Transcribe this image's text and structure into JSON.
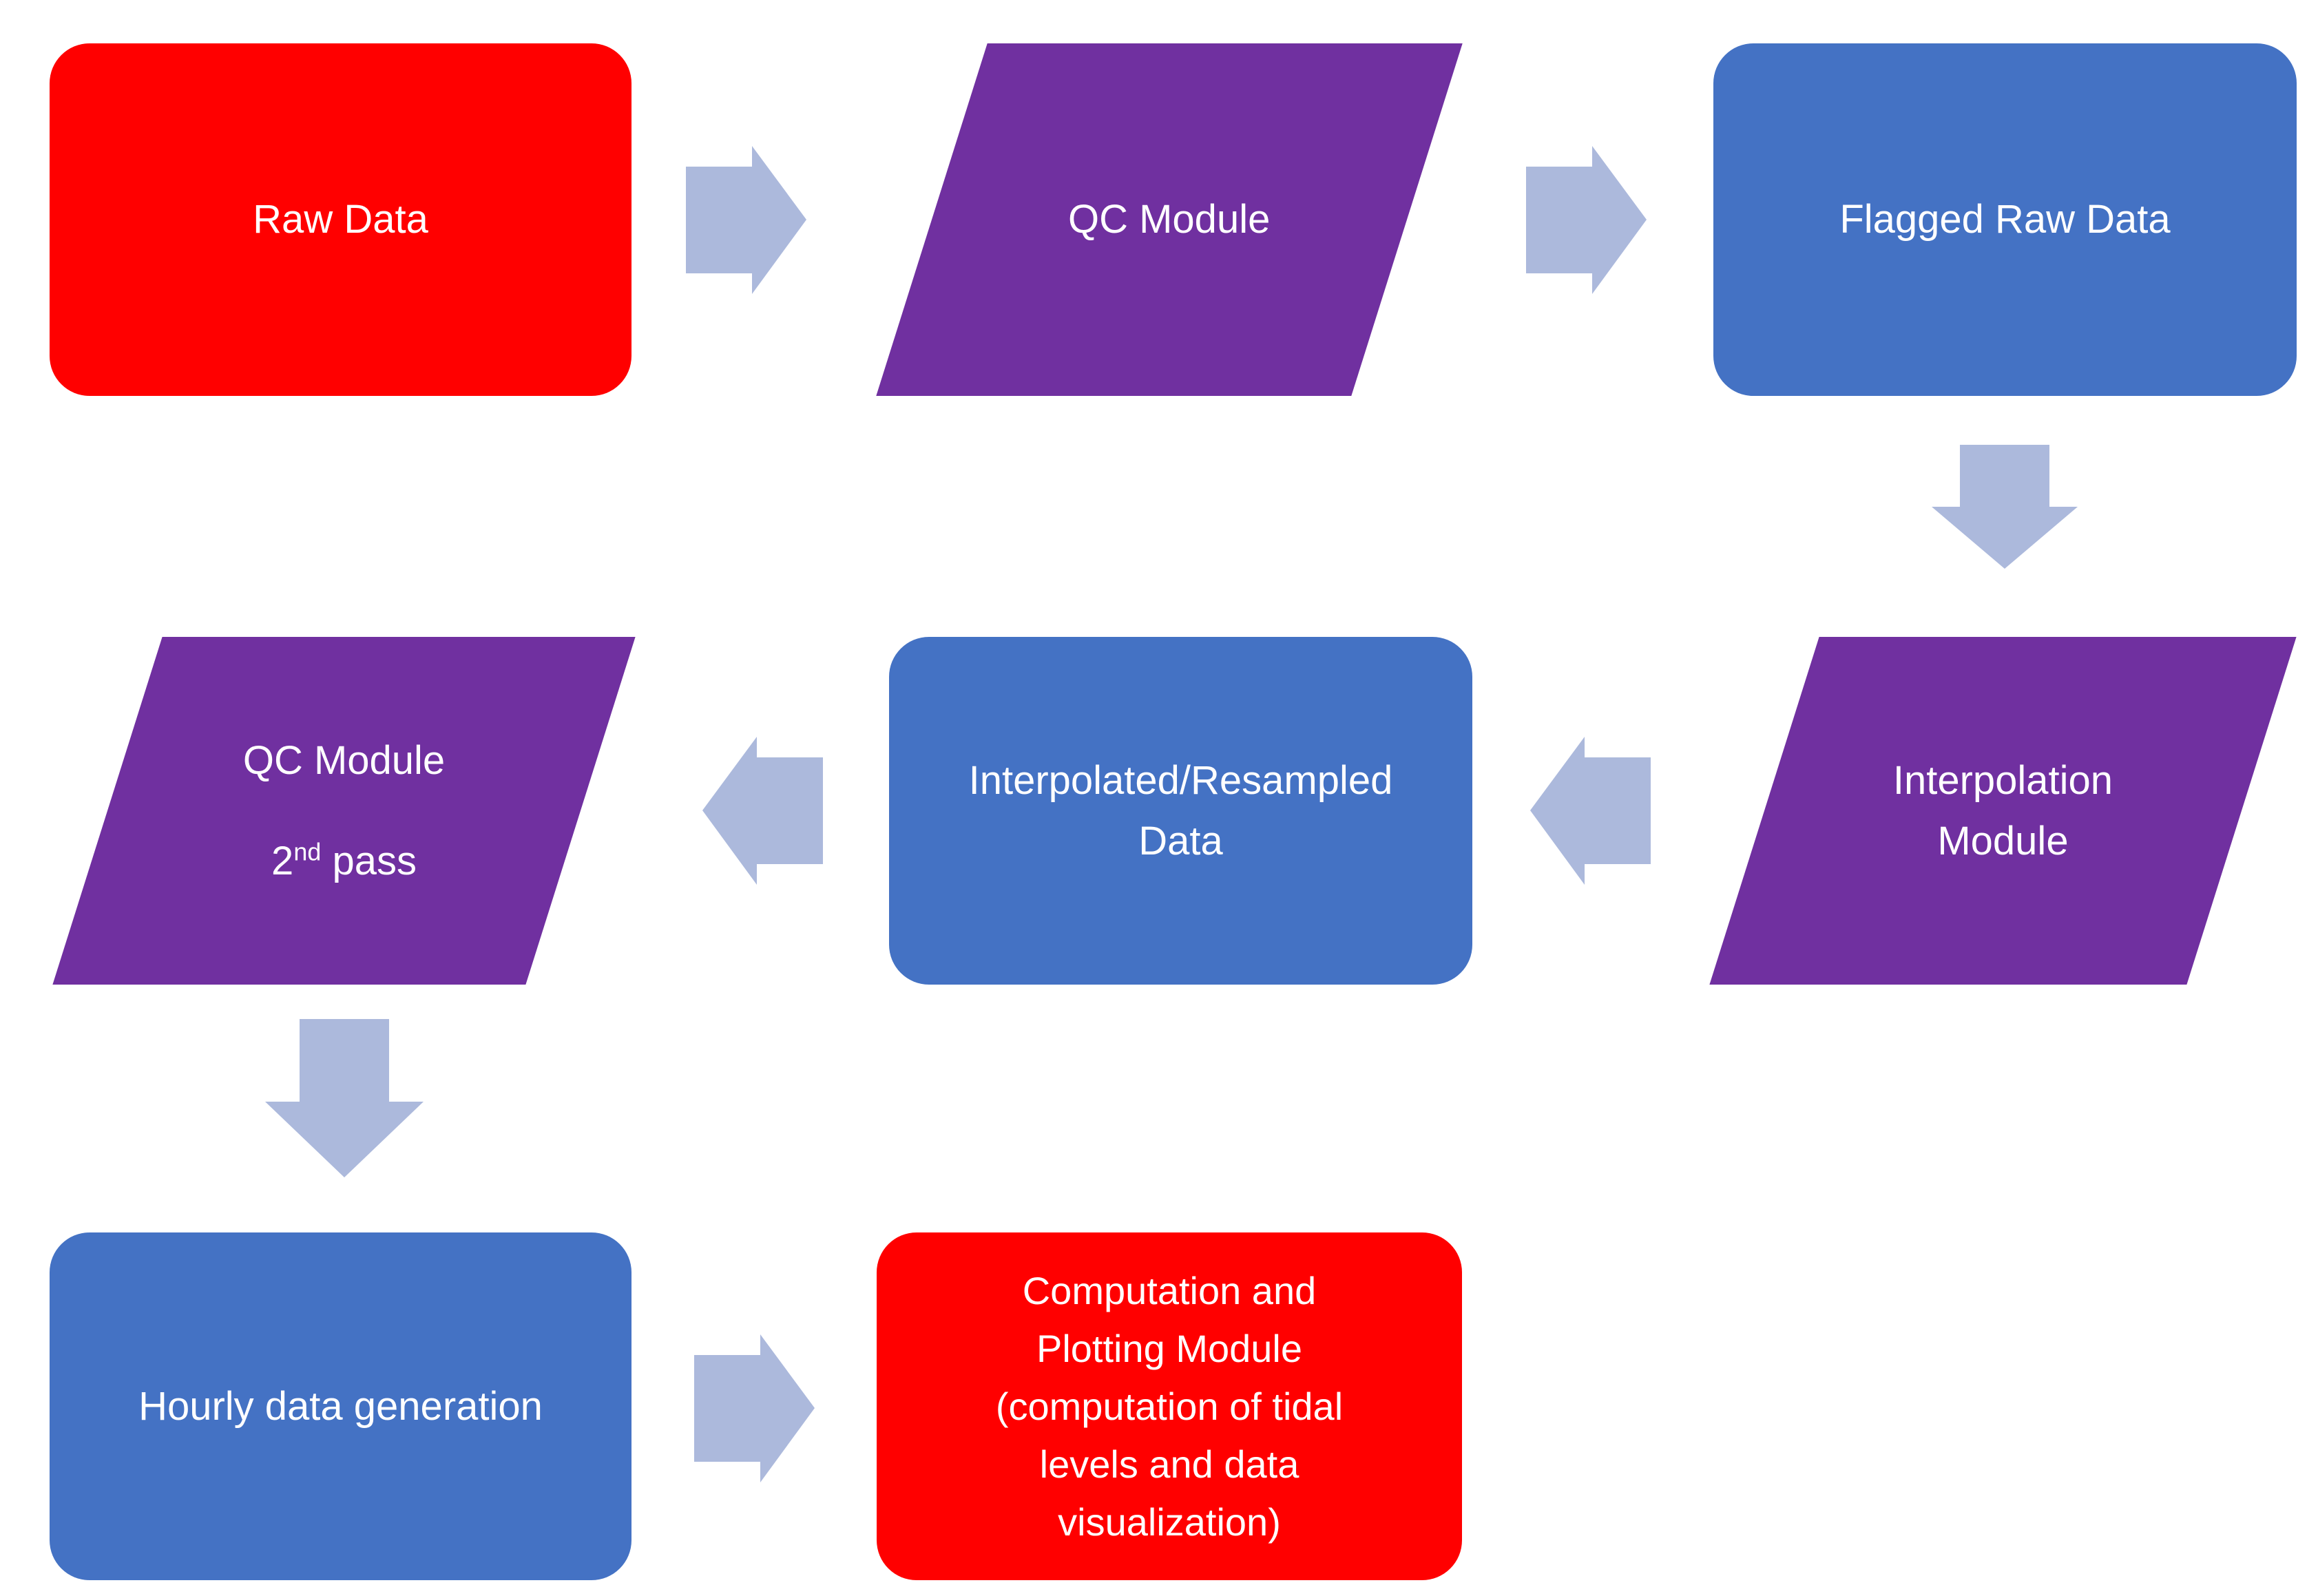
{
  "colors": {
    "red": "#FF0000",
    "purple": "#7030A0",
    "blue": "#4472C4",
    "arrow": "#ACB9DC",
    "text": "#FFFFFF",
    "background": "#FFFFFF"
  },
  "nodes": {
    "raw_data": {
      "shape": "rounded-rectangle",
      "color_key": "red",
      "lines": [
        "Raw Data"
      ]
    },
    "qc_module": {
      "shape": "parallelogram",
      "color_key": "purple",
      "lines": [
        "QC Module"
      ]
    },
    "flagged_raw_data": {
      "shape": "rounded-rectangle",
      "color_key": "blue",
      "lines": [
        "Flagged Raw Data"
      ]
    },
    "interpolation_module": {
      "shape": "parallelogram",
      "color_key": "purple",
      "lines": [
        "Interpolation",
        "Module"
      ]
    },
    "interpolated_resampled_data": {
      "shape": "rounded-rectangle",
      "color_key": "blue",
      "lines": [
        "Interpolated/Resampled",
        "Data"
      ]
    },
    "qc_module_2nd_pass": {
      "shape": "parallelogram",
      "color_key": "purple",
      "line1": "QC Module",
      "line2": {
        "base": "2",
        "sup": "nd",
        "rest": " pass"
      }
    },
    "hourly_data_generation": {
      "shape": "rounded-rectangle",
      "color_key": "blue",
      "lines": [
        "Hourly data generation"
      ]
    },
    "computation_plotting_module": {
      "shape": "rounded-rectangle",
      "color_key": "red",
      "lines": [
        "Computation and",
        "Plotting Module",
        "(computation of tidal",
        "levels and data",
        "visualization)"
      ]
    }
  },
  "arrows": [
    {
      "direction": "right"
    },
    {
      "direction": "right"
    },
    {
      "direction": "down"
    },
    {
      "direction": "left"
    },
    {
      "direction": "left"
    },
    {
      "direction": "down"
    },
    {
      "direction": "right"
    }
  ]
}
